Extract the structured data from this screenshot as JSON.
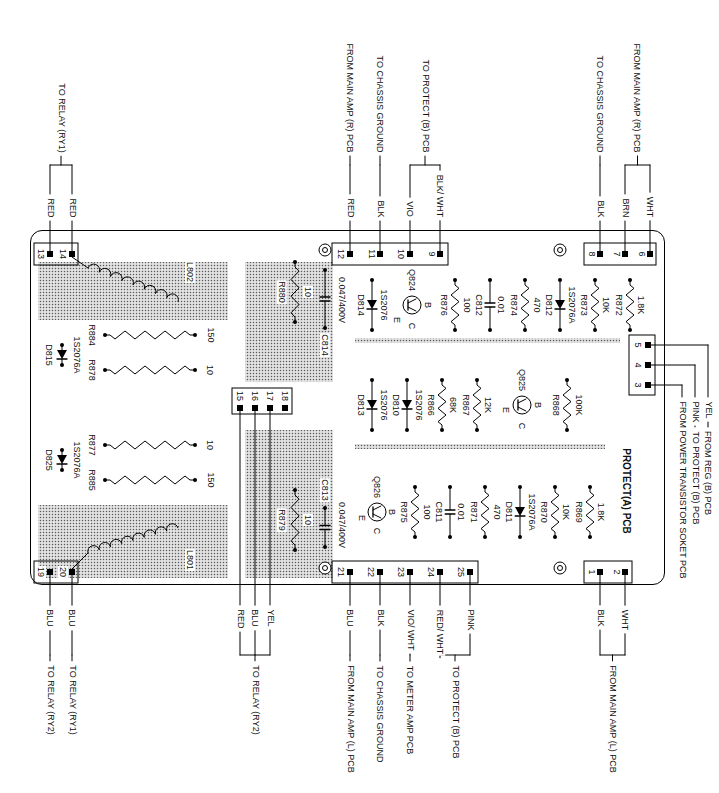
{
  "diagram": {
    "nodes": [
      {
        "text": [
          "PROTECT(A) PCB"
        ]
      }
    ],
    "labels": [
      "TO RELAY (RY1)",
      "RED",
      "RED",
      "FROM MAIN AMP (R) PCB",
      "TO CHASSIS GROUND",
      "TO PROTECT (B) PCB",
      "RED",
      "BLK",
      "VIO",
      "BLK/ WHT",
      "TO CHASSIS GROUND",
      "FROM MAIN AMP (R) PCB",
      "BLK",
      "BRN",
      "WHT",
      "13",
      "14",
      "12",
      "11",
      "10",
      "9",
      "8",
      "7",
      "6",
      "5",
      "4",
      "3",
      "YEL",
      "PINK",
      "FROM REG (B) PCB",
      "TO PROTECT (B) PCB",
      "FROM POWER TRANSISTOR SOKET PCB",
      "L802",
      "R880",
      "10",
      "C814",
      "0.047/400V",
      "R884",
      "150",
      "R878",
      "10",
      "D815",
      "1S2076A",
      "15",
      "16",
      "17",
      "18",
      "D825",
      "1S2076A",
      "R877",
      "10",
      "R885",
      "150",
      "R879",
      "10",
      "C813",
      "0.047/400V",
      "L801",
      "D814",
      "1S2076",
      "Q824",
      "E",
      "B",
      "C",
      "R876",
      "100",
      "C812",
      "0.01",
      "R874",
      "470",
      "D812",
      "1S2076A",
      "R873",
      "10K",
      "R872",
      "1.8K",
      "D813",
      "1S2076",
      "D810",
      "1S2076",
      "R866",
      "68K",
      "R867",
      "12K",
      "Q825",
      "E",
      "B",
      "C",
      "R868",
      "100K",
      "Q826",
      "E",
      "B",
      "C",
      "R875",
      "100",
      "C811",
      "0.01",
      "R871",
      "470",
      "D811",
      "1S2076A",
      "R870",
      "10K",
      "R869",
      "1.8K",
      "19",
      "20",
      "21",
      "22",
      "23",
      "24",
      "25",
      "1",
      "2",
      "RED",
      "BLU",
      "YEL",
      "TO RELAY (RY2)",
      "BLU",
      "BLU",
      "TO RELAY (RY2)",
      "TO RELAY (RY1)",
      "BLU",
      "BLK",
      "VIO/ WHT",
      "RED/ WHT",
      "PINK",
      "FROM MAIN AMP (L) PCB",
      "TO CHASSIS GROUND",
      "TO METER AMP PCB",
      "TO PROTECT (B) PCB",
      "BLK",
      "WHT",
      "FROM MAIN AMP (L) PCB"
    ]
  }
}
